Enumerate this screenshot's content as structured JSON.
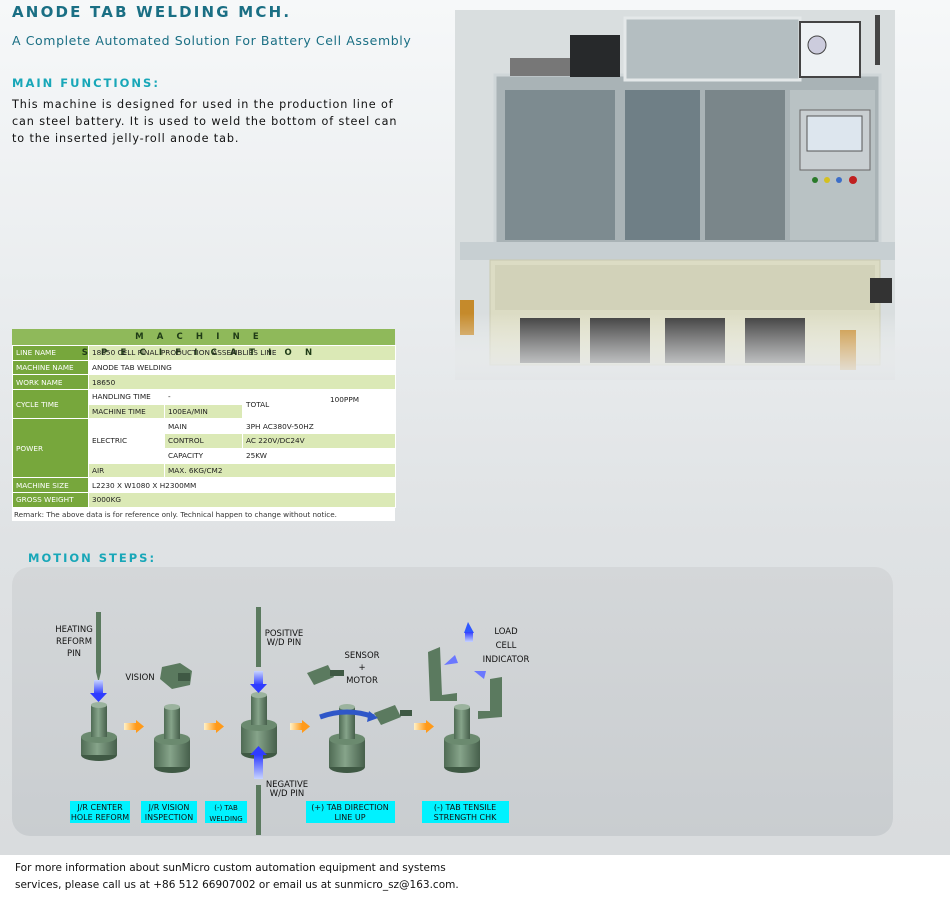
{
  "header": {
    "title": "ANODE TAB WELDING MCH.",
    "subtitle": "A Complete Automated Solution For Battery Cell Assembly"
  },
  "main_functions": {
    "heading": "MAIN FUNCTIONS:",
    "text": "This machine is designed for used in the production line of can steel battery. It is used to weld the bottom of steel can to the inserted jelly-roll anode tab."
  },
  "spec": {
    "title": "MACHINE SPECIFICATION",
    "line_name_label": "LINE NAME",
    "line_name": "18650 CELL FINAL PRODUCTION ASSEMBLIES LINE",
    "machine_name_label": "MACHINE NAME",
    "machine_name": "ANODE TAB WELDING",
    "work_name_label": "WORK NAME",
    "work_name": "18650",
    "cycle_time_label": "CYCLE TIME",
    "handling_time_label": "HANDLING TIME",
    "handling_time": "-",
    "machine_time_label": "MACHINE TIME",
    "machine_time": "100EA/MIN",
    "total_label": "TOTAL",
    "total": "100PPM",
    "power_label": "POWER",
    "electric_label": "ELECTRIC",
    "main_label": "MAIN",
    "main": "3PH AC380V-50HZ",
    "control_label": "CONTROL",
    "control": "AC 220V/DC24V",
    "capacity_label": "CAPACITY",
    "capacity": "25KW",
    "air_label": "AIR",
    "air": "MAX. 6KG/CM2",
    "size_label": "MACHINE SIZE",
    "size": "L2230 X W1080 X H2300MM",
    "weight_label": "GROSS WEIGHT",
    "weight": "3000KG",
    "remark": "Remark: The above data is for reference only. Technical happen to change without notice."
  },
  "motion": {
    "heading": "MOTION STEPS:",
    "callouts": {
      "heating": [
        "HEATING",
        "REFORM",
        "PIN"
      ],
      "vision": "VISION",
      "positive": [
        "POSITIVE",
        "W/D PIN"
      ],
      "negative": [
        "NEGATIVE",
        "W/D PIN"
      ],
      "sensor": [
        "SENSOR",
        "+",
        "MOTOR"
      ],
      "load": [
        "LOAD",
        "CELL",
        "INDICATOR"
      ]
    },
    "steps": [
      [
        "J/R CENTER",
        "HOLE REFORM"
      ],
      [
        "J/R VISION",
        "INSPECTION"
      ],
      [
        "(-) TAB",
        "WELDING"
      ],
      [
        "(+) TAB DIRECTION",
        "LINE UP"
      ],
      [
        "(-) TAB TENSILE",
        "STRENGTH CHK"
      ]
    ]
  },
  "footer": {
    "line1": "For more information about sunMicro custom automation equipment and systems",
    "line2": "services, please call us at +86 512 66907002 or email us at sunmicro_sz@163.com."
  },
  "colors": {
    "title": "#1a6f84",
    "heading": "#18a7b8",
    "spec_label": "#77a73c",
    "spec_cell": "#dbe9b6",
    "step_label": "#00f2ff",
    "part": "#5c7a60"
  }
}
